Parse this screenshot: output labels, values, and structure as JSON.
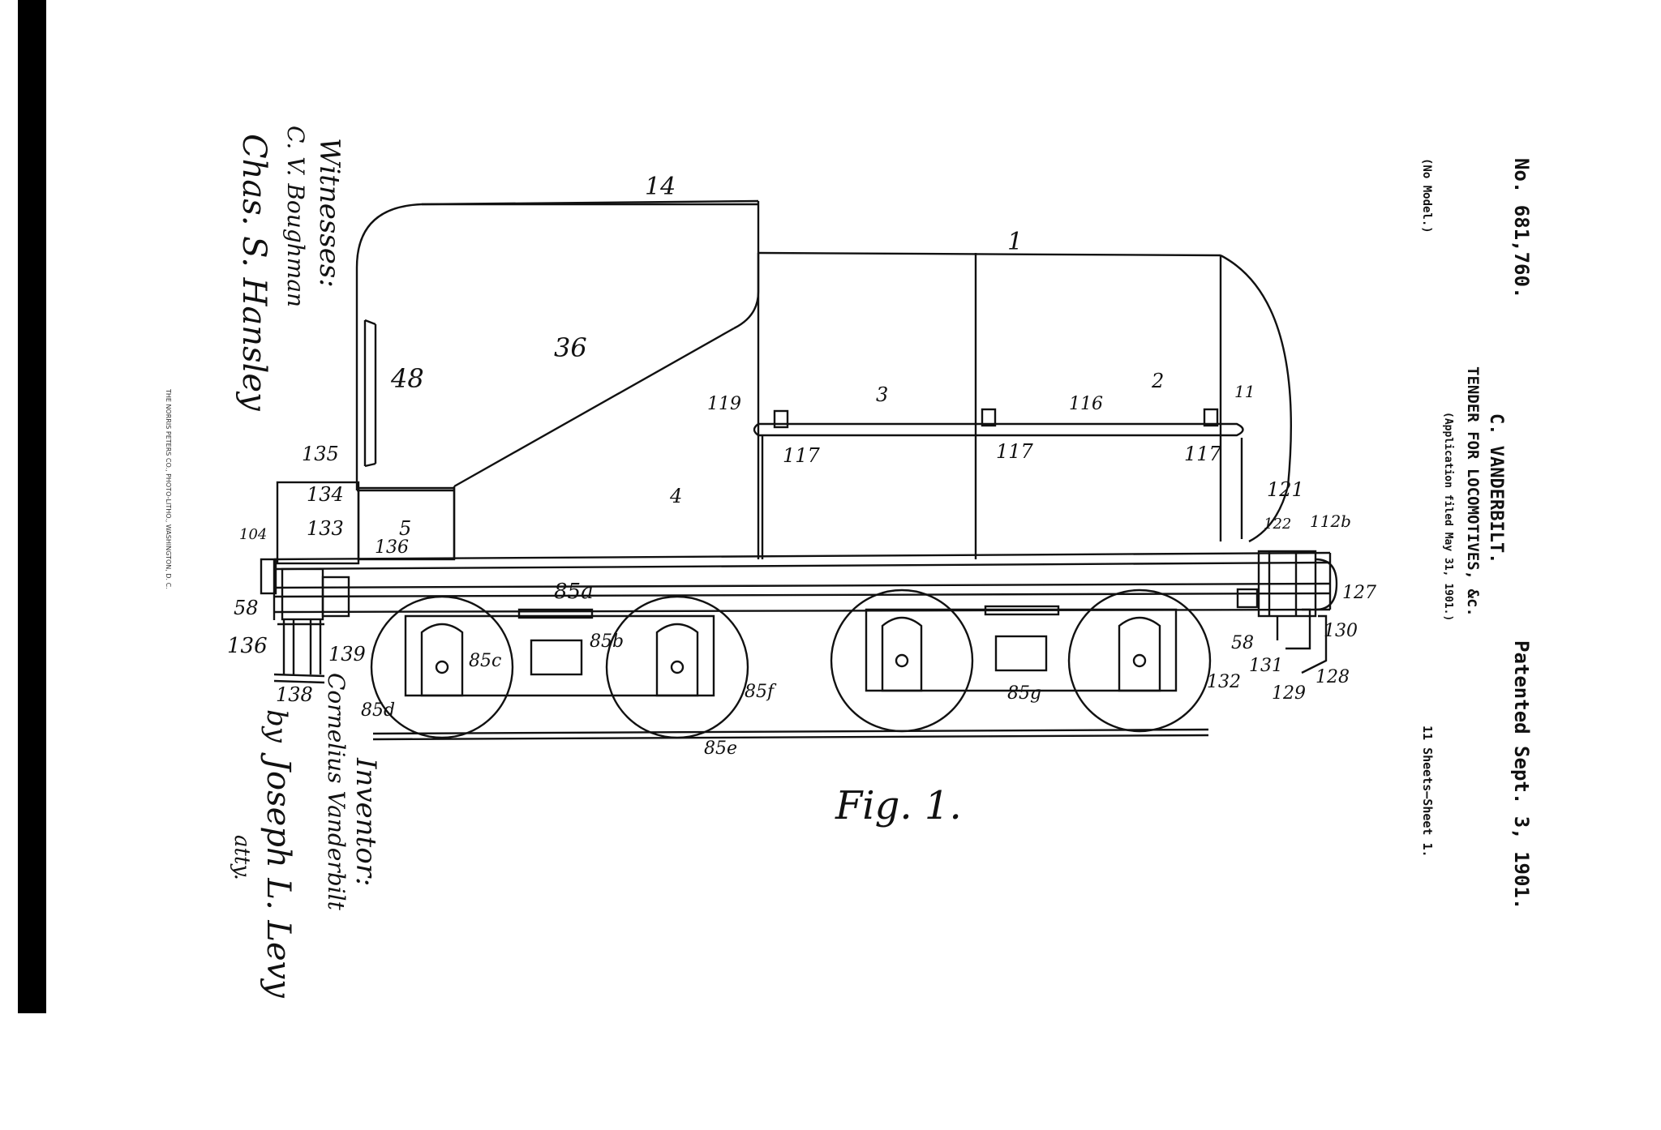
{
  "header": {
    "patent_no": "No. 681,760.",
    "patented": "Patented Sept. 3, 1901.",
    "inventor_name": "C. VANDERBILT.",
    "title": "TENDER FOR LOCOMOTIVES, &c.",
    "application": "(Application filed May 31, 1901.)",
    "model": "(No Model.)",
    "sheets": "11 Sheets—Sheet 1."
  },
  "printer_credit": "THE NORRIS PETERS CO., PHOTO-LITHO., WASHINGTON, D. C.",
  "figure_caption": "Fig. 1.",
  "witnesses": {
    "heading": "Witnesses:",
    "name1": "C. V. Boughman",
    "name2": "Chas. S. Hansley"
  },
  "inventor_block": {
    "heading": "Inventor:",
    "name": "Cornelius Vanderbilt",
    "by": "by",
    "attorney": "Joseph L. Levy",
    "atty": "atty."
  },
  "ref": {
    "r14": "14",
    "r1": "1",
    "r36": "36",
    "r48": "48",
    "r3": "3",
    "r2": "2",
    "r11": "11",
    "r119": "119",
    "r116": "116",
    "r117a": "117",
    "r117b": "117",
    "r117c": "117",
    "r121": "121",
    "r4": "4",
    "r5": "5",
    "r135": "135",
    "r134": "134",
    "r133": "133",
    "r136a": "136",
    "r104": "104",
    "r58a": "58",
    "r136b": "136",
    "r139": "139",
    "r138": "138",
    "r85a": "85a",
    "r85b": "85b",
    "r85c": "85c",
    "r85d": "85d",
    "r85e": "85e",
    "r85f": "85f",
    "r85g": "85g",
    "r122": "122",
    "r112b": "112b",
    "r127": "127",
    "r130": "130",
    "r58b": "58",
    "r131": "131",
    "r132": "132",
    "r128": "128",
    "r129": "129"
  }
}
